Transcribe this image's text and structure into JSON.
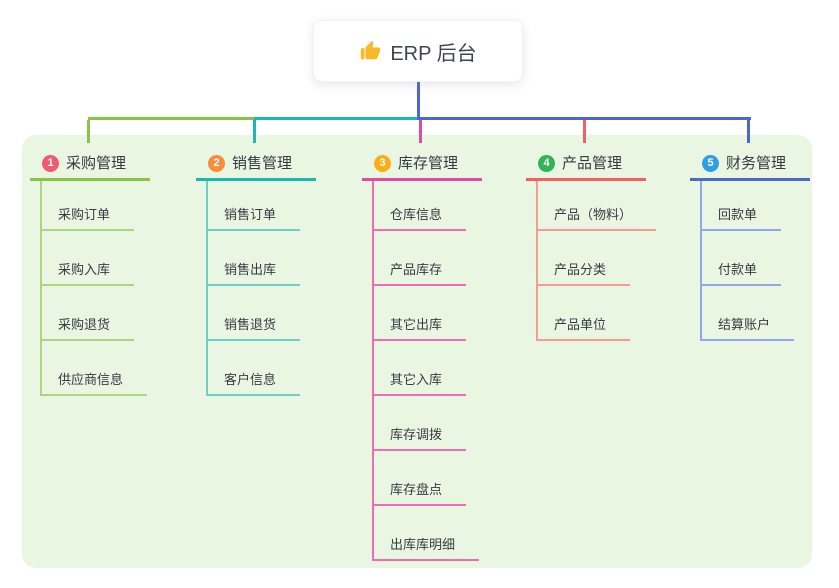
{
  "root": {
    "label": "ERP 后台",
    "icon": "thumbs-up-icon",
    "icon_color": "#f7b928",
    "line_color": "#4d68ca"
  },
  "panel": {
    "background": "#e9f6e2"
  },
  "branches": [
    {
      "badge": "1",
      "label": "采购管理",
      "badge_color": "#f25a71",
      "line_color": "#8bc34a",
      "child_line_color": "#abd580",
      "children": [
        "采购订单",
        "采购入库",
        "采购退货",
        "供应商信息"
      ]
    },
    {
      "badge": "2",
      "label": "销售管理",
      "badge_color": "#fa8c3e",
      "line_color": "#1cb9ae",
      "child_line_color": "#6fcfc7",
      "children": [
        "销售订单",
        "销售出库",
        "销售退货",
        "客户信息"
      ]
    },
    {
      "badge": "3",
      "label": "库存管理",
      "badge_color": "#fcae16",
      "line_color": "#df4da0",
      "child_line_color": "#f06cb4",
      "children": [
        "仓库信息",
        "产品库存",
        "其它出库",
        "其它入库",
        "库存调拨",
        "库存盘点",
        "出库库明细"
      ]
    },
    {
      "badge": "4",
      "label": "产品管理",
      "badge_color": "#35b257",
      "line_color": "#f55f63",
      "child_line_color": "#f79a94",
      "children": [
        "产品（物料）",
        "产品分类",
        "产品单位"
      ]
    },
    {
      "badge": "5",
      "label": "财务管理",
      "badge_color": "#2f9fe2",
      "line_color": "#4d68ca",
      "child_line_color": "#93a8e9",
      "children": [
        "回款单",
        "付款单",
        "结算账户"
      ]
    }
  ]
}
